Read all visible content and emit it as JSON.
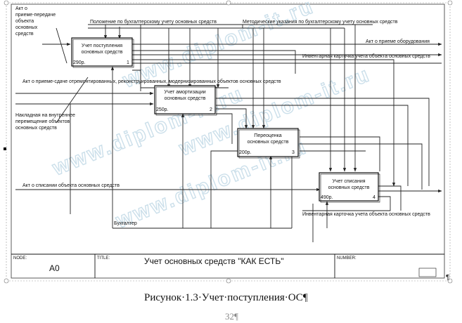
{
  "watermark": "www.diplom-it.ru",
  "boxes": [
    {
      "title_line1": "Учет поступления",
      "title_line2": "основных средств",
      "cost": "290р.",
      "number": "1"
    },
    {
      "title_line1": "Учет амортизации",
      "title_line2": "основных средств",
      "cost": "250р.",
      "number": "2"
    },
    {
      "title_line1": "Переоценка",
      "title_line2": "основных средств",
      "cost": "200р.",
      "number": "3"
    },
    {
      "title_line1": "Учет списания",
      "title_line2": "основных средств",
      "cost": "490р.",
      "number": "4"
    }
  ],
  "inputs": {
    "act_transfer": [
      "Акт о",
      "приеме-передаче",
      "объекта",
      "основных",
      "средств"
    ],
    "act_repair": "Акт о приеме-сдаче отремонтированных, реконструированных, модернизированных объектов основных средств",
    "waybill": [
      "Накладная на внутреннее",
      "перемещение объектов",
      "основных средств"
    ],
    "act_writeoff": "Акт о списании объекта основных средств"
  },
  "controls": {
    "regulation": "Положение по бухгалтерскому учету основных средств",
    "guidelines": "Методические указания по бухгалтерскому учету основных средств"
  },
  "mechanisms": {
    "accountant": "Бухгалтер"
  },
  "outputs": {
    "act_equipment": "Акт о приеме оборудования",
    "inventory_card_top": "Инвентарная карточка учета объекта основных средств",
    "inventory_card_bottom": "Инвентарная карточка учета объекта основных средств"
  },
  "frame": {
    "node_label": "NODE:",
    "node_value": "A0",
    "title_label": "TITLE:",
    "title_value": "Учет  основных  средств \"КАК ЕСТЬ\"",
    "number_label": "NUMBER:"
  },
  "caption": "Рисунок·1.3·Учет·поступления·ОС¶",
  "pilcrow": "¶",
  "page_number": "32¶"
}
